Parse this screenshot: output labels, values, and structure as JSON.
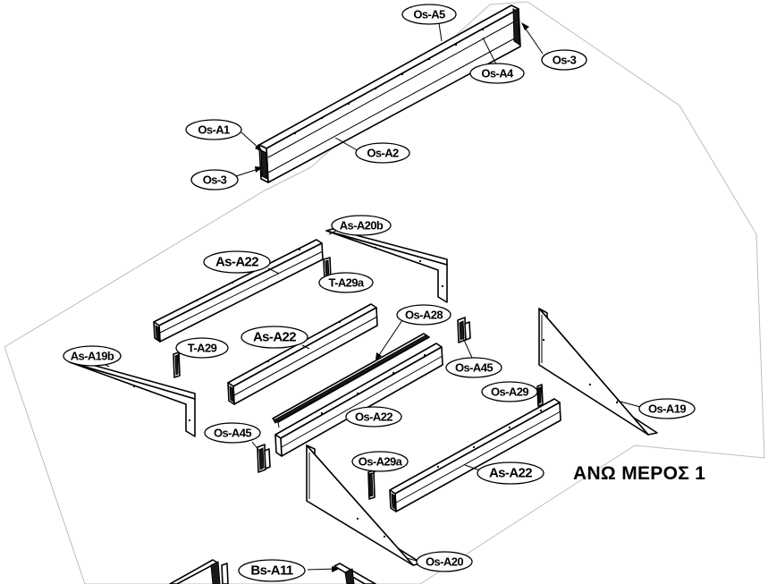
{
  "drawing": {
    "title": "ΑΝΩ ΜΕΡΟΣ 1",
    "labels": {
      "os_a5": "Os-A5",
      "os_3_top": "Os-3",
      "os_a4": "Os-A4",
      "os_a1": "Os-A1",
      "os_a2": "Os-A2",
      "os_3_left": "Os-3",
      "as_a20b": "As-A20b",
      "as_a22_a": "As-A22",
      "t_a29a": "T-A29a",
      "os_a28": "Os-A28",
      "as_a22_b": "As-A22",
      "t_a29": "T-A29",
      "as_a19b": "As-A19b",
      "os_a45_right": "Os-A45",
      "os_a29": "Os-A29",
      "os_a19": "Os-A19",
      "os_a22": "Os-A22",
      "os_a45_left": "Os-A45",
      "os_a29a": "Os-A29a",
      "as_a22_c": "As-A22",
      "os_a20": "Os-A20",
      "bs_a11": "Bs-A11"
    }
  }
}
